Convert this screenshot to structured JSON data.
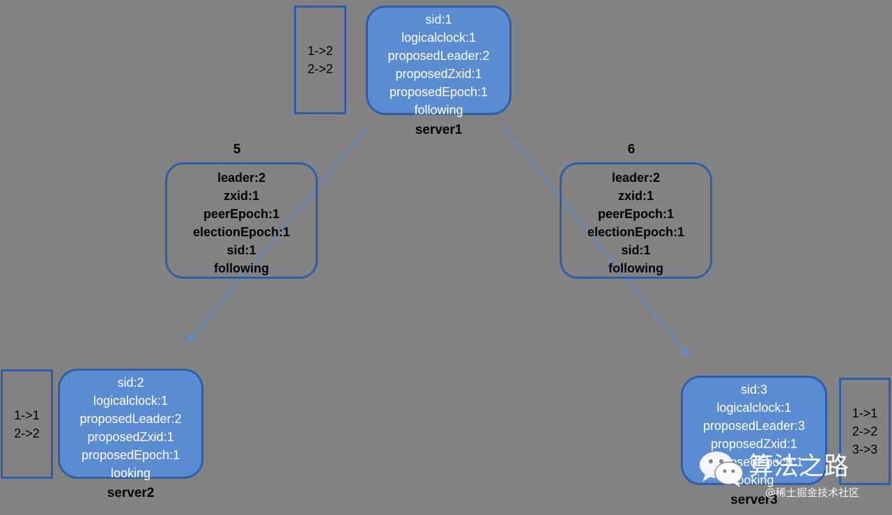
{
  "server1": {
    "name": "server1",
    "lines": [
      "sid:1",
      "logicalclock:1",
      "proposedLeader:2",
      "proposedZxid:1",
      "proposedEpoch:1",
      "following"
    ],
    "votes": [
      "1->2",
      "2->2"
    ]
  },
  "server2": {
    "name": "server2",
    "lines": [
      "sid:2",
      "logicalclock:1",
      "proposedLeader:2",
      "proposedZxid:1",
      "proposedEpoch:1",
      "looking"
    ],
    "votes": [
      "1->1",
      "2->2"
    ]
  },
  "server3": {
    "name": "server3",
    "lines": [
      "sid:3",
      "logicalclock:1",
      "proposedLeader:3",
      "proposedZxid:1",
      "proposedEpoch:1",
      "looking"
    ],
    "votes": [
      "1->1",
      "2->2",
      "3->3"
    ]
  },
  "message5": {
    "number": "5",
    "lines": [
      "leader:2",
      "zxid:1",
      "peerEpoch:1",
      "electionEpoch:1",
      "sid:1",
      "following"
    ]
  },
  "message6": {
    "number": "6",
    "lines": [
      "leader:2",
      "zxid:1",
      "peerEpoch:1",
      "electionEpoch:1",
      "sid:1",
      "following"
    ]
  },
  "watermark": {
    "brand": "算法之路",
    "community": "@稀土掘金技术社区"
  },
  "colors": {
    "background": "#838383",
    "node_fill": "#5b8bd0",
    "node_border": "#2f5ea8",
    "arrow": "#5b8bd0"
  }
}
